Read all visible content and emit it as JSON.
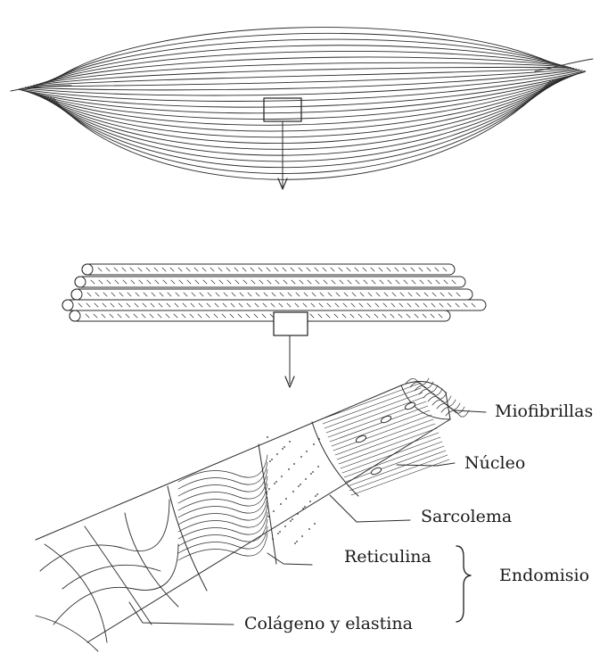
{
  "labels": {
    "miofibrillas": "Miofibrillas",
    "nucleo": "Núcleo",
    "sarcolema": "Sarcolema",
    "reticulina": "Reticulina",
    "endomisio": "Endomisio",
    "colageno": "Colágeno y elastina"
  },
  "colors": {
    "ink": "#2b2b2b",
    "paper": "#ffffff"
  }
}
